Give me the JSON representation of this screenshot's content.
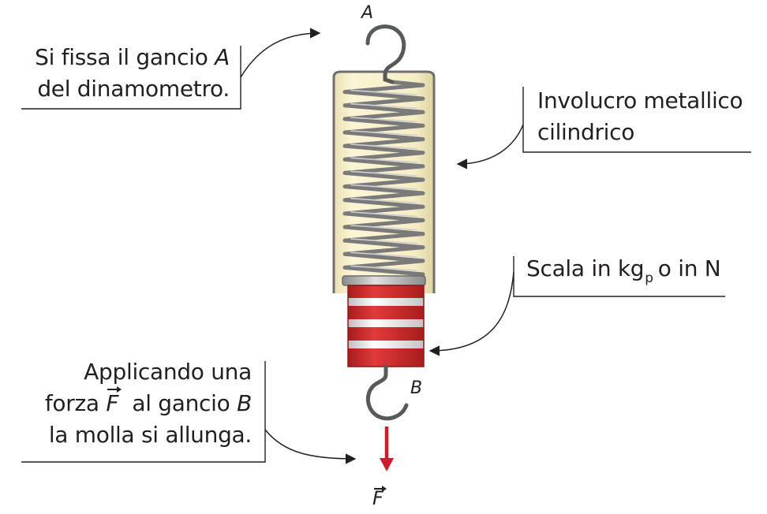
{
  "labels": {
    "hook_a": {
      "line1_prefix": "Si fissa il gancio",
      "line1_letter": "A",
      "line2": "del dinamometro."
    },
    "casing": {
      "line1": "Involucro metallico",
      "line2": "cilindrico"
    },
    "scale": {
      "prefix": "Scala in kg",
      "subscript": "p",
      "suffix": "o in N"
    },
    "force": {
      "line1": "Applicando una",
      "line2_prefix": "forza",
      "line2_vector": "F",
      "line2_middle": "al gancio",
      "line2_letter": "B",
      "line3": "la molla si allunga."
    }
  },
  "diagram": {
    "hook_a_letter": "A",
    "hook_b_letter": "B",
    "force_symbol": "F",
    "colors": {
      "casing_fill": "#f7f0c8",
      "casing_edge": "#6f6f6f",
      "spring": "#8c8c8c",
      "scale_red": "#d62b2b",
      "scale_white": "#f4f4f4",
      "force_arrow": "#d0192a",
      "text": "#231f20"
    }
  }
}
